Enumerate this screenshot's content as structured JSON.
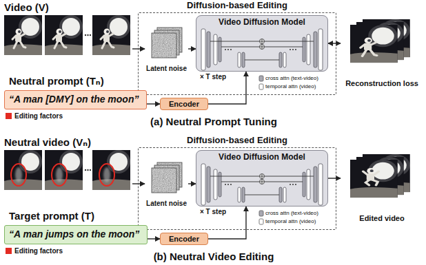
{
  "diagram": {
    "nodes": [
      {
        "text": [
          "Video (V)"
        ]
      },
      {
        "text": [
          "Diffusion-based Editing"
        ]
      },
      {
        "text": [
          "Latent noise"
        ],
        "in": 1
      },
      {
        "text": [
          "Video Diffusion Model"
        ],
        "in": 1
      },
      {
        "text": [
          "Reconstruction loss"
        ]
      },
      {
        "text": [
          "Neutral prompt (Tₙ)",
          "“A man [DMY] on the moon”"
        ]
      },
      {
        "text": [
          "Encoder"
        ]
      },
      {
        "text": [
          "Neutral video (Vₙ)"
        ]
      },
      {
        "text": [
          "Diffusion-based Editing"
        ]
      },
      {
        "text": [
          "Latent noise"
        ],
        "in": 8
      },
      {
        "text": [
          "Video Diffusion Model"
        ],
        "in": 8
      },
      {
        "text": [
          "Edited video"
        ]
      },
      {
        "text": [
          "Target prompt (T)",
          "“A man jumps on the moon”"
        ]
      },
      {
        "text": [
          "Encoder"
        ]
      }
    ],
    "edges": [
      {
        "from": 0,
        "to": 2,
        "arrow": "to"
      },
      {
        "from": 2,
        "to": 3,
        "arrow": "to"
      },
      {
        "from": 3,
        "to": 4,
        "arrow": "both"
      },
      {
        "from": 5,
        "to": 6,
        "arrow": "to"
      },
      {
        "from": 6,
        "to": 3,
        "arrow": "to"
      },
      {
        "from": 7,
        "to": 9,
        "arrow": "to"
      },
      {
        "from": 9,
        "to": 10,
        "arrow": "to"
      },
      {
        "from": 10,
        "to": 11,
        "arrow": "to"
      },
      {
        "from": 12,
        "to": 13,
        "arrow": "to"
      },
      {
        "from": 13,
        "to": 10,
        "arrow": "to"
      }
    ],
    "labels": [
      "× T step",
      "(a) Neutral Prompt Tuning",
      "× T step",
      "(b) Neutral Video Editing"
    ],
    "legend": [
      {
        "text": "cross attn (text-video)"
      },
      {
        "text": "temporal attn (video)"
      },
      {
        "text": "Editing factors",
        "color": "#e32b22"
      },
      {
        "text": "cross attn (text-video)"
      },
      {
        "text": "temporal attn (video)"
      },
      {
        "text": "Editing factors",
        "color": "#e32b22"
      }
    ]
  }
}
